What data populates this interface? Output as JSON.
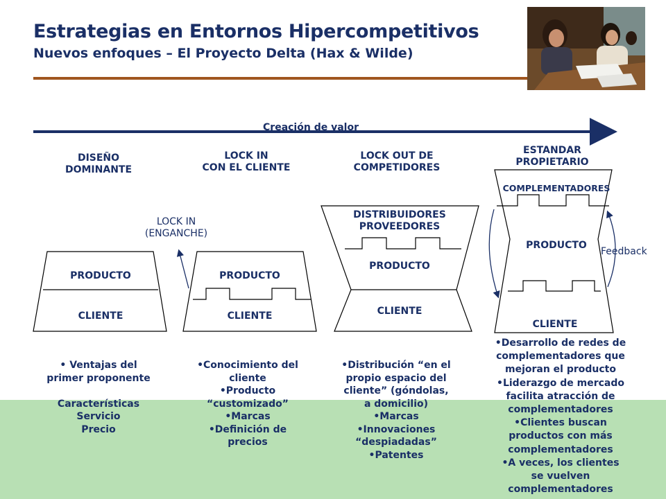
{
  "header": {
    "title": "Estrategias en Entornos Hipercompetitivos",
    "subtitle": "Nuevos enfoques – El Proyecto Delta (Hax & Wilde)"
  },
  "value_axis": {
    "label": "Creación de valor"
  },
  "columns": [
    {
      "heading": [
        "DISEÑO",
        "DOMINANTE"
      ],
      "bullets": [
        "• Ventajas del",
        "primer proponente",
        "",
        "Características",
        "Servicio",
        "Precio"
      ]
    },
    {
      "heading": [
        "LOCK IN",
        "CON EL CLIENTE"
      ],
      "bullets": [
        "•Conocimiento del",
        "cliente",
        "•Producto",
        "“customizado”",
        "•Marcas",
        "•Definición de",
        "precios"
      ]
    },
    {
      "heading": [
        "LOCK OUT DE",
        "COMPETIDORES"
      ],
      "bullets": [
        "•Distribución “en el",
        "propio espacio del",
        "cliente” (góndolas,",
        "a domicilio)",
        "•Marcas",
        "•Innovaciones",
        "“despiadadas”",
        "•Patentes"
      ]
    },
    {
      "heading": [
        "ESTANDAR",
        "PROPIETARIO"
      ],
      "bullets": [
        "•Desarrollo de redes de",
        "complementadores que",
        "mejoran el producto",
        "•Liderazgo de mercado",
        "facilita atracción de",
        "complementadores",
        "•Clientes buscan",
        "productos con más",
        "complementadores",
        "•A veces, los clientes",
        "se vuelven",
        "complementadores"
      ]
    }
  ],
  "shapes": {
    "producto": "PRODUCTO",
    "cliente": "CLIENTE",
    "distribuidores": [
      "DISTRIBUIDORES",
      "PROVEEDORES"
    ],
    "complementadores": "COMPLEMENTADORES",
    "lock_in": [
      "LOCK IN",
      "(ENGANCHE)"
    ],
    "feedback": "Feedback"
  },
  "colors": {
    "text": "#1a2f66",
    "rule": "#a0561f",
    "green_panel": "#b8e0b4"
  }
}
